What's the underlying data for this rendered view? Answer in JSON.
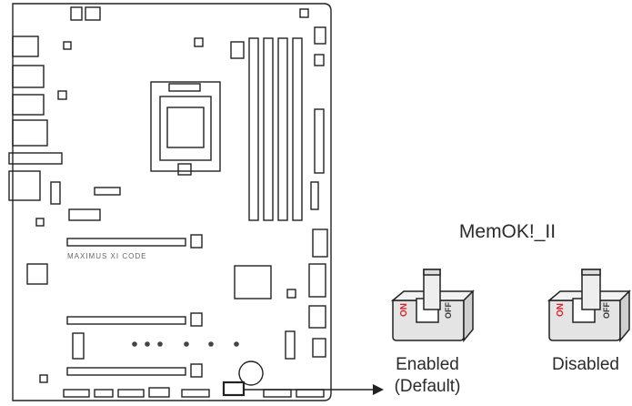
{
  "diagram": {
    "title": "MemOK!_II",
    "board_silkscreen": "MAXIMUS XI CODE",
    "switch_on_mark": "ON",
    "switch_off_mark": "OFF",
    "options": [
      {
        "label": "Enabled",
        "note": "(Default)",
        "state": "on"
      },
      {
        "label": "Disabled",
        "state": "off"
      }
    ]
  },
  "colors": {
    "line": "#222222",
    "switch_body": "#e4e4e4",
    "on_mark": "#d3232b"
  }
}
